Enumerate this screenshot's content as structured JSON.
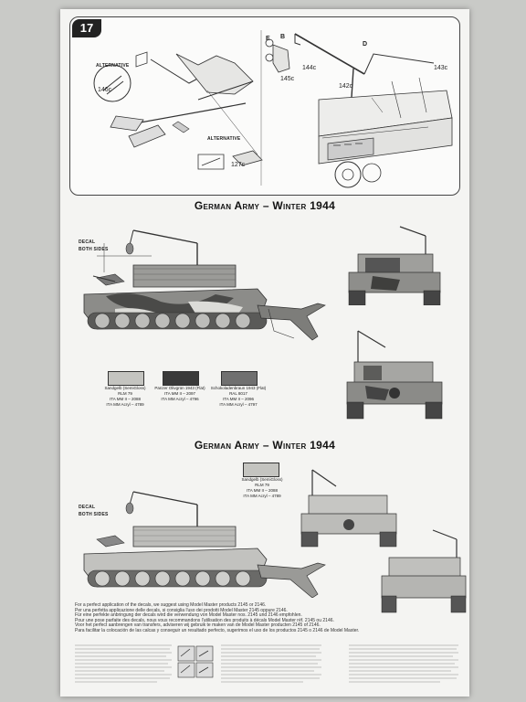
{
  "step": {
    "number": "17"
  },
  "parts": {
    "alt_label_1": "Alternative",
    "alt_label_2": "Alternative",
    "p146c": "146c",
    "p127c": "127c",
    "p144c": "144c",
    "p145c": "145c",
    "p142c": "142c",
    "p143c": "143c",
    "marker_b": "B",
    "marker_d": "D",
    "marker_e": "E"
  },
  "scheme1": {
    "title": "German Army – Winter 1944",
    "decal_label": "Decal",
    "decal_sub": "Both Sides",
    "colors": [
      {
        "name": "Sandgelb (SemiGloss)",
        "ref1": "RLM 79",
        "ref2": "ITA MM II – 2088",
        "ref3": "ITA MM Acryl – 4789",
        "hex": "#c4c4c0"
      },
      {
        "name": "Panzer Olivgrün 1943 (Flat)",
        "ref1": "",
        "ref2": "ITA MM II – 2097",
        "ref3": "ITA MM Acryl – 4796",
        "hex": "#3a3a3a"
      },
      {
        "name": "Schokoladenbraun 1943 (Flat)",
        "ref1": "RAL 8017",
        "ref2": "ITA MM II – 2096",
        "ref3": "ITA MM Acryl – 4797",
        "hex": "#707070"
      }
    ]
  },
  "scheme2": {
    "title": "German Army – Winter 1944",
    "decal_label": "Decal",
    "decal_sub": "Both Sides",
    "color": {
      "name": "Sandgelb (SemiGloss)",
      "ref1": "RLM 79",
      "ref2": "ITA MM II – 2088",
      "ref3": "ITA MM Acryl – 4789",
      "hex": "#c4c4c0"
    }
  },
  "notes": {
    "line1": "For a perfect application of the decals, we suggest using Model Master products 2145 or 2146.",
    "line2": "Per una perfetta applicazione delle decals, si consiglia l'uso dei prodotti Model Master 2145 oppure 2146.",
    "line3": "Für eine perfekte anbringung der decals wird die verwendung von Model Master nos. 2145 und 2146 empfohlen.",
    "line4": "Pour une pose parfaite des decals, nous vous recommandons l'utilisation des produits à décals Model Master réf. 2145 ou 2146.",
    "line5": "Voor het perfect aanbrengen van transfers, adviseren wij gebruik te maken van de Model Master producten 2145 of 2146.",
    "line6": "Para facilitar la colocación de las calcas y conseguir un resultado perfecto, sugerimos el uso de los productos 2145 o 2146 de Model Master."
  }
}
